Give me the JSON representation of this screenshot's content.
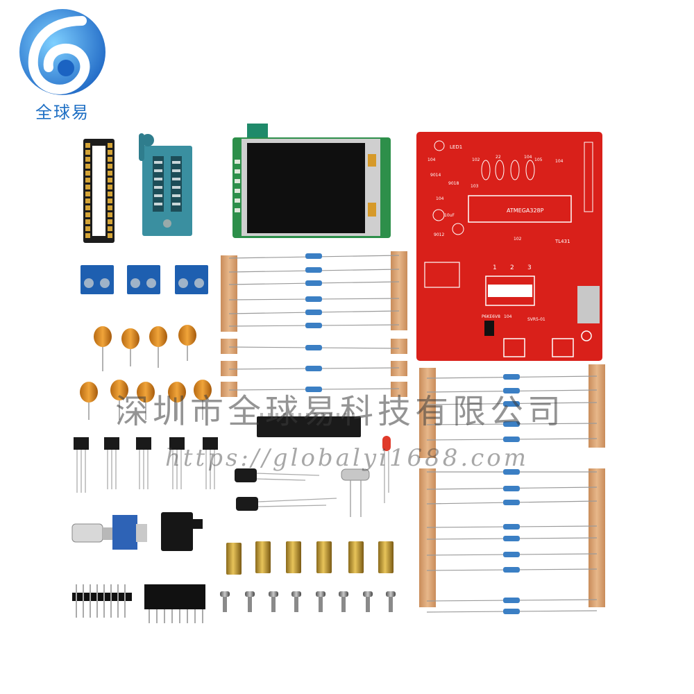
{
  "logo": {
    "text": "全球易",
    "brand_color": "#1e6fc4"
  },
  "watermark": {
    "company": "深圳市全球易科技有限公司",
    "url": "https://globalyi1688.com"
  },
  "pcb": {
    "color": "#d9201a",
    "chip_label": "ATMEGA328P",
    "regulator_label": "TL431",
    "led_label": "LED1",
    "header_numbers": [
      "1",
      "2",
      "3"
    ],
    "small_labels": [
      "104",
      "22",
      "104",
      "9014",
      "9018",
      "102",
      "105",
      "104",
      "103",
      "10uF",
      "104",
      "9012",
      "102",
      "P6KE6V8",
      "104",
      "SVR5-01"
    ]
  },
  "components": {
    "ic_socket": "28-pin-ic-socket",
    "zif_socket": "zif-test-socket",
    "display": "tft-lcd-module",
    "terminal_blocks": 3,
    "ceramic_capacitors": 9,
    "transistors": 5,
    "electrolytic_capacitors": 2,
    "standoffs": 6,
    "screws": 8
  }
}
